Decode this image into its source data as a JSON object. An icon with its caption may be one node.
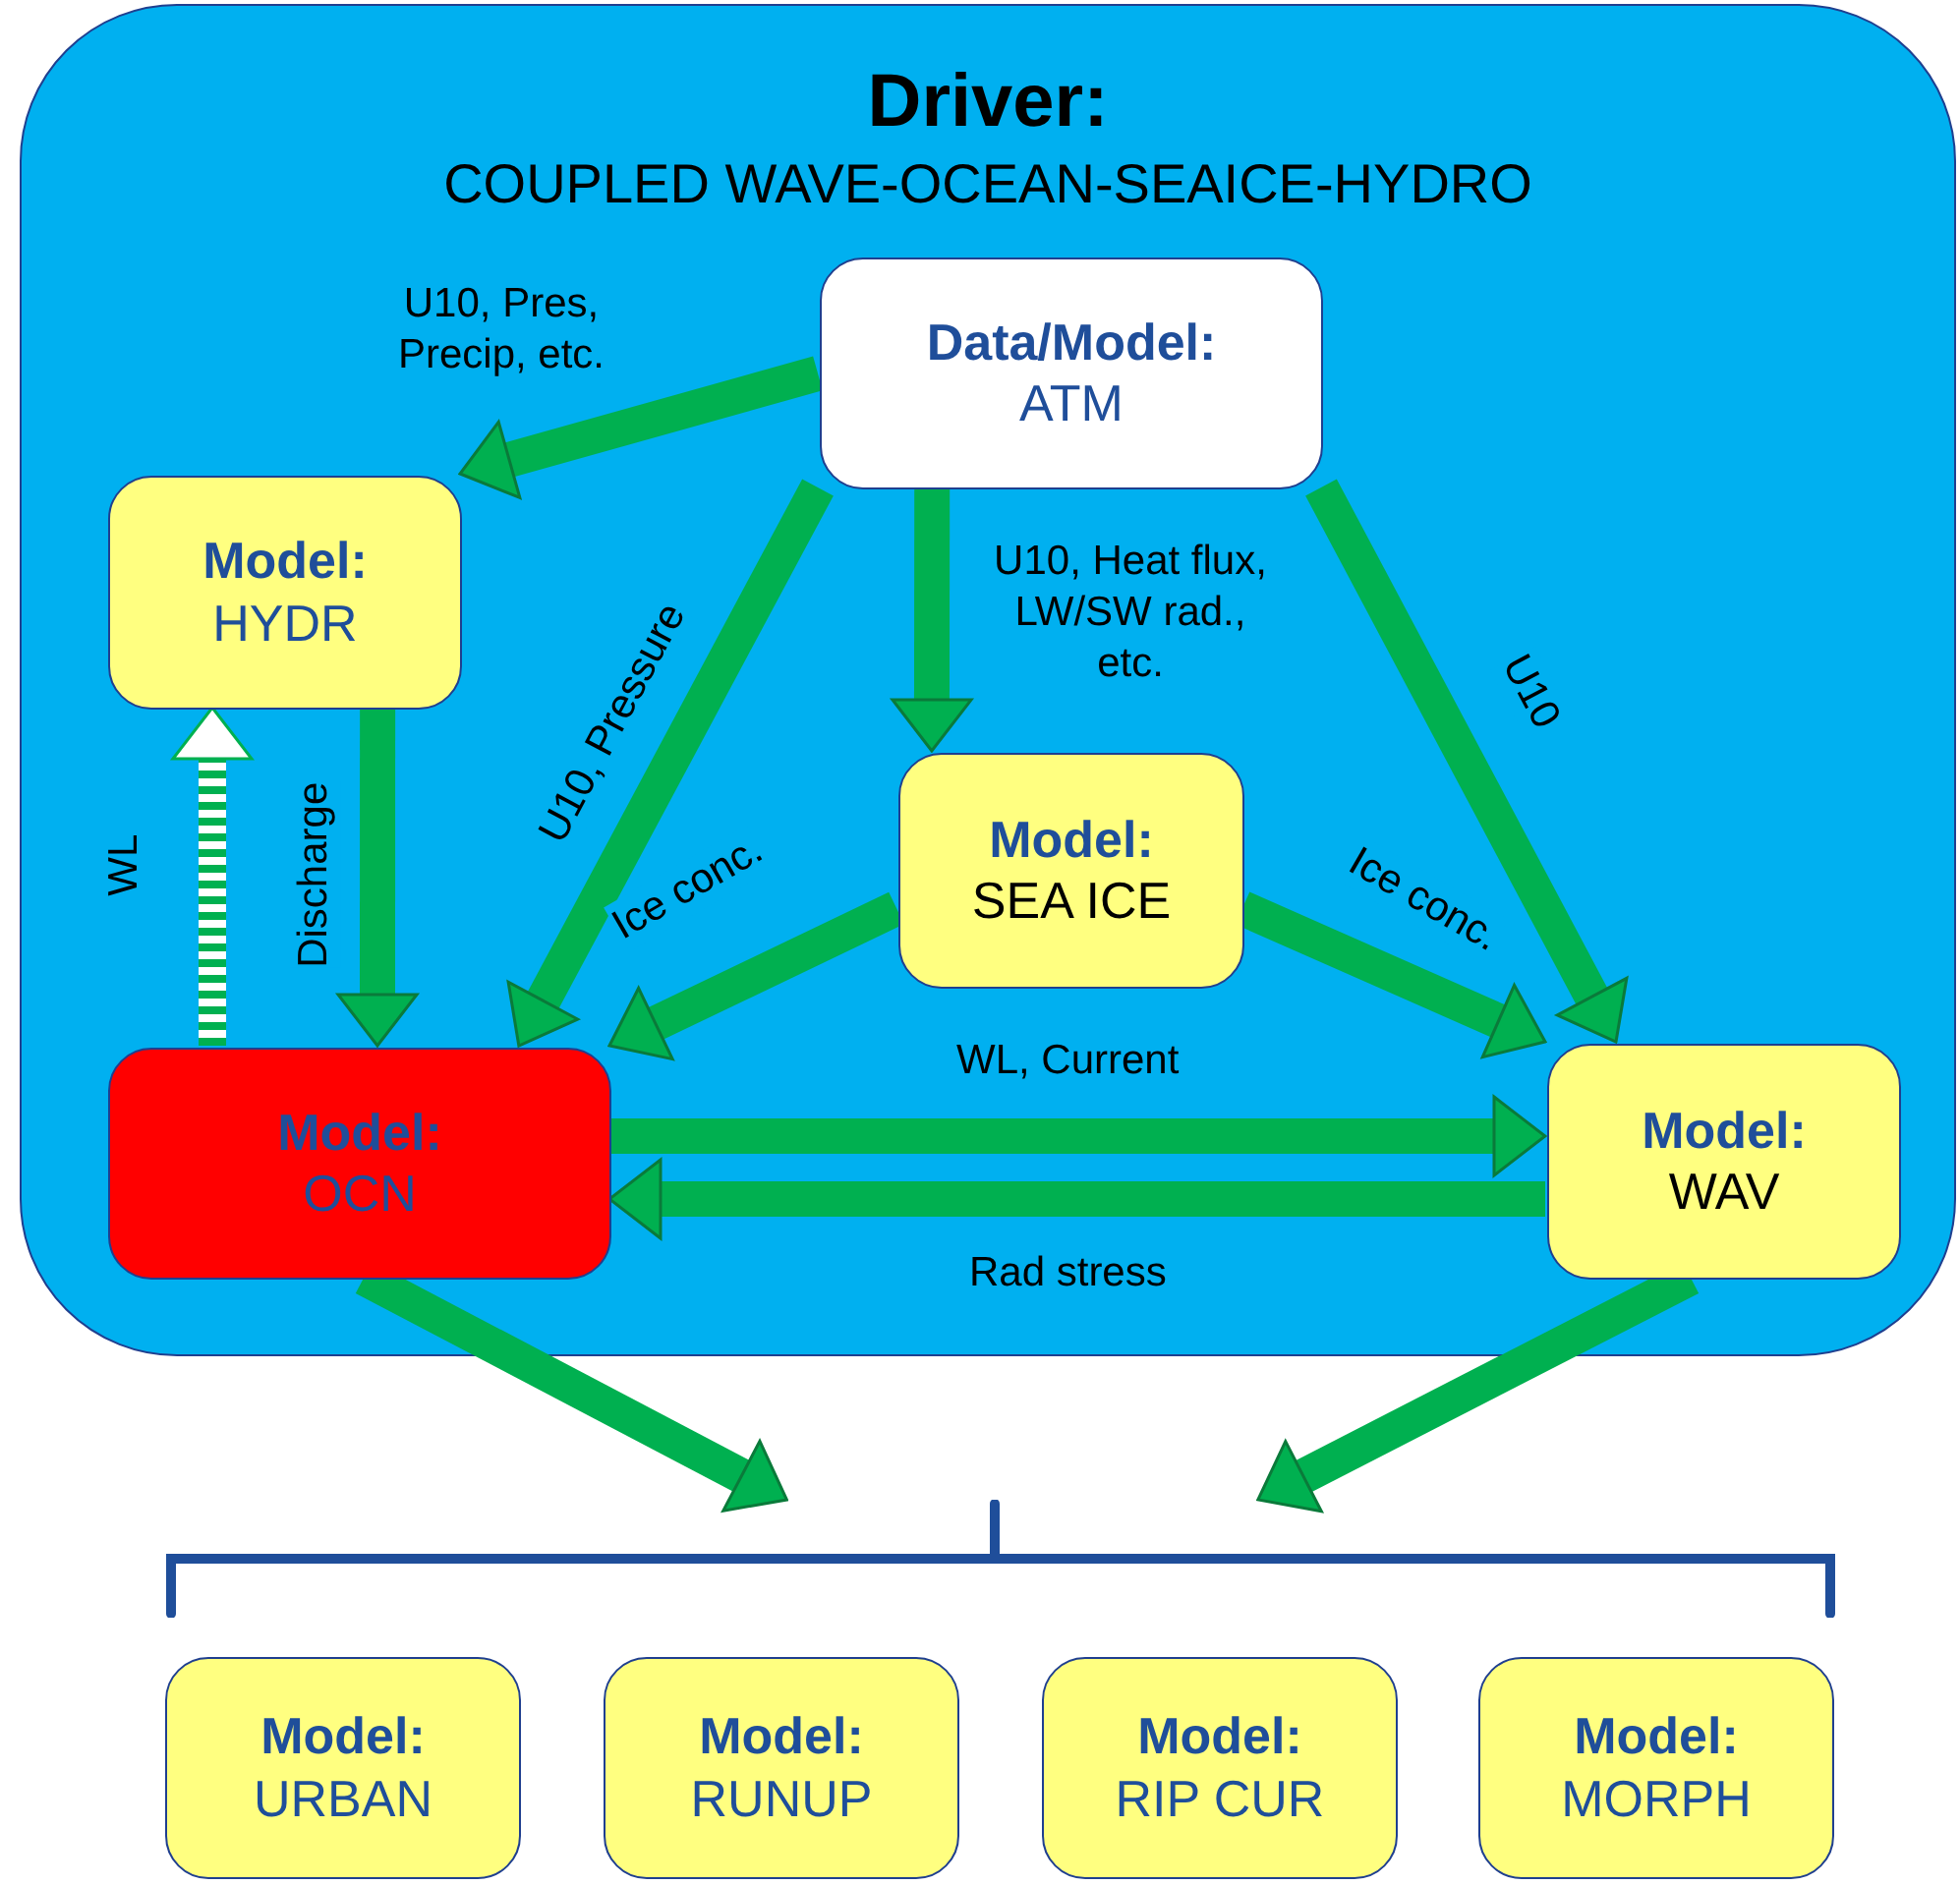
{
  "diagram": {
    "nodes": [
      {
        "text": [
          "Driver:",
          "COUPLED WAVE-OCEAN-SEAICE-HYDRO"
        ]
      },
      {
        "text": [
          "Data/Model:",
          "ATM"
        ],
        "in": 0
      },
      {
        "text": [
          "Model:",
          "HYDR"
        ],
        "in": 0
      },
      {
        "text": [
          "Model:",
          "SEA ICE"
        ],
        "in": 0
      },
      {
        "text": [
          "Model:",
          "OCN"
        ],
        "in": 0
      },
      {
        "text": [
          "Model:",
          "WAV"
        ],
        "in": 0
      },
      {
        "text": [],
        "shape": "bar"
      },
      {
        "text": [
          "Model:",
          "URBAN"
        ]
      },
      {
        "text": [
          "Model:",
          "RUNUP"
        ]
      },
      {
        "text": [
          "Model:",
          "RIP CUR"
        ]
      },
      {
        "text": [
          "Model:",
          "MORPH"
        ]
      }
    ],
    "edges": [
      {
        "from": 1,
        "to": 2,
        "arrow": "to",
        "label": "U10, Pres, Precip, etc."
      },
      {
        "from": 1,
        "to": 4,
        "arrow": "to",
        "label": "U10, Pressure"
      },
      {
        "from": 1,
        "to": 3,
        "arrow": "to",
        "label": "U10, Heat flux, LW/SW rad., etc."
      },
      {
        "from": 1,
        "to": 5,
        "arrow": "to",
        "label": "U10"
      },
      {
        "from": 3,
        "to": 4,
        "arrow": "to",
        "label": "Ice conc."
      },
      {
        "from": 3,
        "to": 5,
        "arrow": "to",
        "label": "Ice conc."
      },
      {
        "from": 4,
        "to": 2,
        "arrow": "to",
        "label": "WL",
        "style": "dashed"
      },
      {
        "from": 2,
        "to": 4,
        "arrow": "to",
        "label": "Discharge"
      },
      {
        "from": 4,
        "to": 5,
        "arrow": "to",
        "label": "WL, Current"
      },
      {
        "from": 5,
        "to": 4,
        "arrow": "to",
        "label": "Rad stress"
      },
      {
        "from": 4,
        "to": 6,
        "arrow": "to"
      },
      {
        "from": 5,
        "to": 6,
        "arrow": "to"
      }
    ]
  }
}
